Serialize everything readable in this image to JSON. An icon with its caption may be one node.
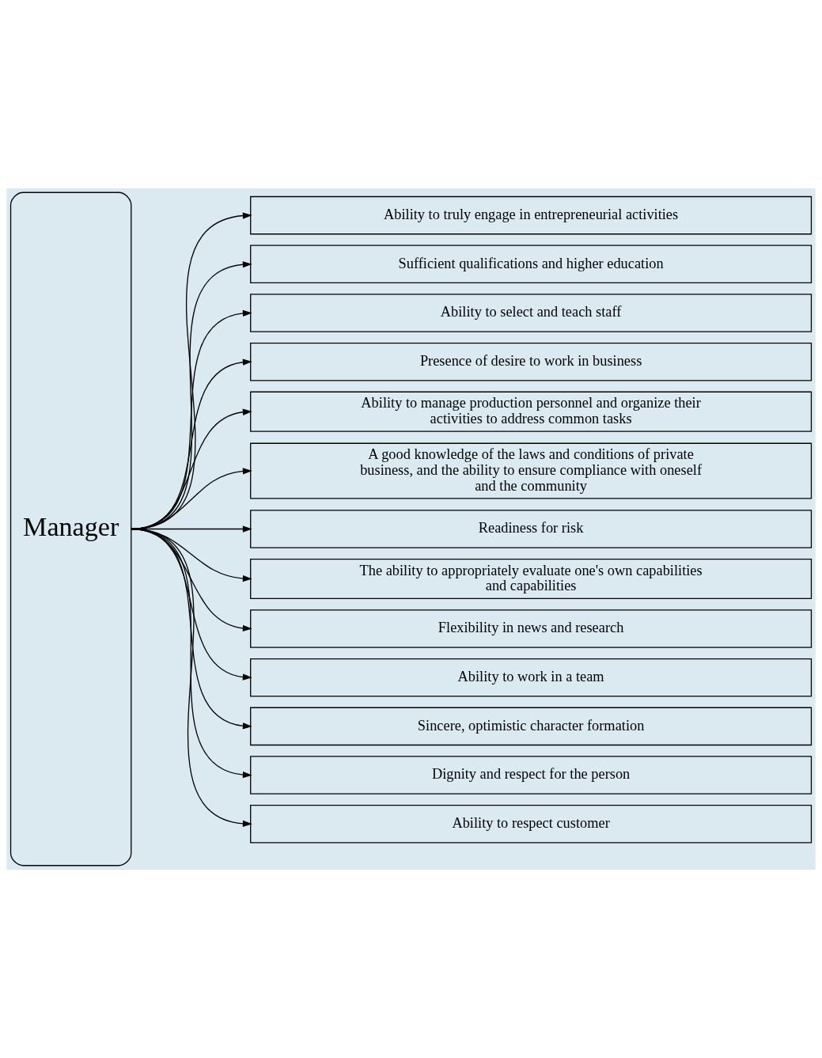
{
  "diagram": {
    "nodes": [
      {
        "text": [
          "Manager"
        ]
      },
      {
        "text": [
          "Ability to truly engage in entrepreneurial activities"
        ]
      },
      {
        "text": [
          "Sufficient qualifications and higher education"
        ]
      },
      {
        "text": [
          "Ability to select and teach staff"
        ]
      },
      {
        "text": [
          "Presence of desire to work in business"
        ]
      },
      {
        "text": [
          "Ability to manage production personnel and organize their activities to address common tasks"
        ]
      },
      {
        "text": [
          "A good knowledge of the laws and conditions of private business, and the ability to ensure compliance with oneself and the community"
        ]
      },
      {
        "text": [
          "Readiness for risk"
        ]
      },
      {
        "text": [
          "The ability to appropriately evaluate one's own capabilities and capabilities"
        ]
      },
      {
        "text": [
          "Flexibility in news and research"
        ]
      },
      {
        "text": [
          "Ability to work in a team"
        ]
      },
      {
        "text": [
          "Sincere, optimistic character formation"
        ]
      },
      {
        "text": [
          "Dignity and respect for the person"
        ]
      },
      {
        "text": [
          "Ability to respect customer"
        ]
      }
    ],
    "edges": [
      {
        "from": 0,
        "to": 1,
        "arrow": "to"
      },
      {
        "from": 0,
        "to": 2,
        "arrow": "to"
      },
      {
        "from": 0,
        "to": 3,
        "arrow": "to"
      },
      {
        "from": 0,
        "to": 4,
        "arrow": "to"
      },
      {
        "from": 0,
        "to": 5,
        "arrow": "to"
      },
      {
        "from": 0,
        "to": 6,
        "arrow": "to"
      },
      {
        "from": 0,
        "to": 7,
        "arrow": "to"
      },
      {
        "from": 0,
        "to": 8,
        "arrow": "to"
      },
      {
        "from": 0,
        "to": 9,
        "arrow": "to"
      },
      {
        "from": 0,
        "to": 10,
        "arrow": "to"
      },
      {
        "from": 0,
        "to": 11,
        "arrow": "to"
      },
      {
        "from": 0,
        "to": 12,
        "arrow": "to"
      },
      {
        "from": 0,
        "to": 13,
        "arrow": "to"
      }
    ]
  }
}
